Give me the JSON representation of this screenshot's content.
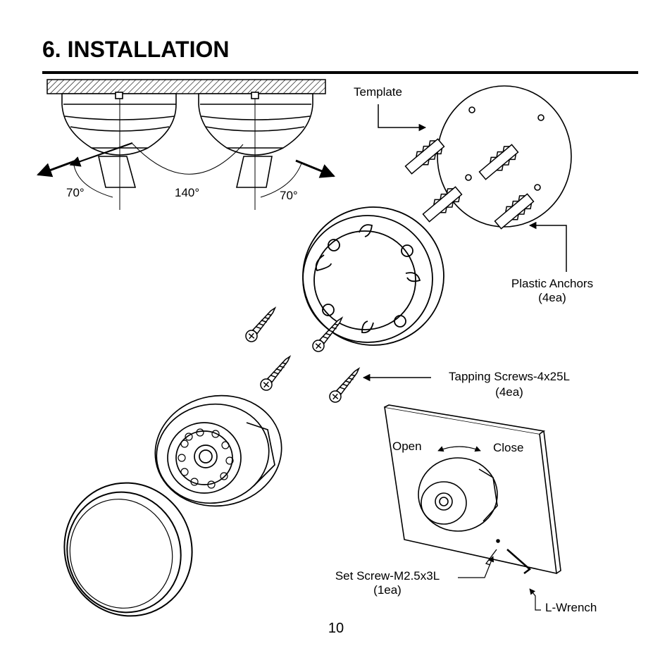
{
  "page": {
    "title": "6. INSTALLATION",
    "page_number": "10"
  },
  "angles": {
    "left": "70°",
    "middle": "140°",
    "right": "70°"
  },
  "labels": {
    "template": "Template",
    "plastic_anchors": "Plastic Anchors",
    "plastic_anchors_qty": "(4ea)",
    "tapping_screws": "Tapping Screws-4x25L",
    "tapping_screws_qty": "(4ea)",
    "open": "Open",
    "close": "Close",
    "set_screw": "Set Screw-M2.5x3L",
    "set_screw_qty": "(1ea)",
    "l_wrench": "L-Wrench"
  }
}
